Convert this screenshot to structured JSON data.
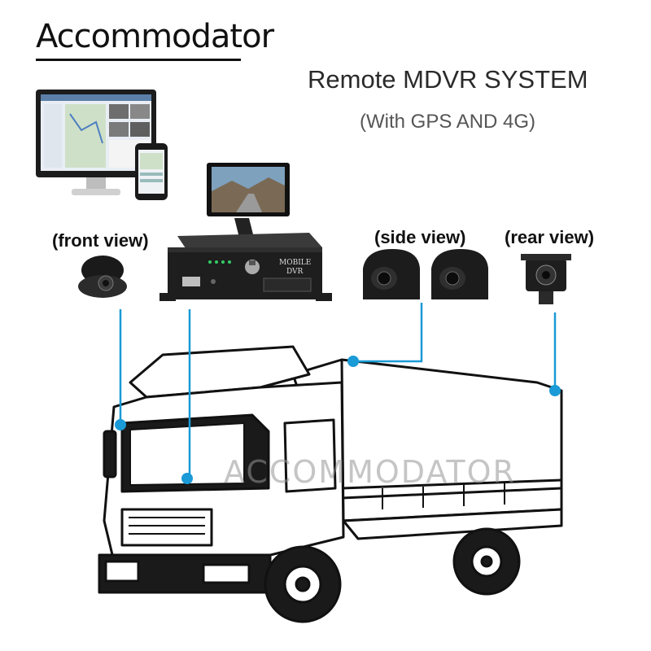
{
  "brand": "Accommodator",
  "title": "Remote MDVR SYSTEM",
  "subtitle": "(With GPS AND 4G)",
  "labels": {
    "front": "(front view)",
    "side": "(side view)",
    "rear": "(rear view)"
  },
  "dvr": {
    "line1": "MOBILE",
    "line2": "DVR"
  },
  "watermark": "ACCOMMODATOR",
  "colors": {
    "connector": "#1a9ad6",
    "ink": "#111111"
  }
}
